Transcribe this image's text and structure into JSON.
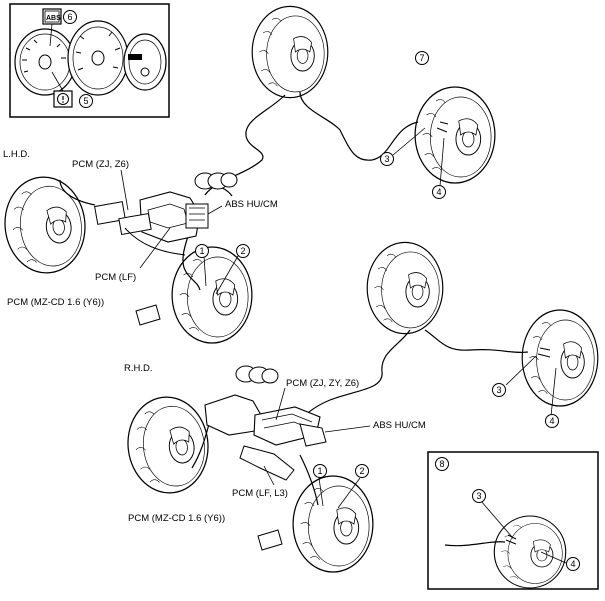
{
  "labels": {
    "lhd": "L.H.D.",
    "rhd": "R.H.D.",
    "pcm_zj_z6": "PCM (ZJ, Z6)",
    "abs_hu_cm_top": "ABS HU/CM",
    "pcm_lf": "PCM (LF)",
    "pcm_mzcd_top": "PCM (MZ-CD 1.6 (Y6))",
    "pcm_zj_zy_z6": "PCM (ZJ, ZY, Z6)",
    "abs_hu_cm_bottom": "ABS HU/CM",
    "pcm_lf_l3": "PCM (LF, L3)",
    "pcm_mzcd_bottom": "PCM (MZ-CD 1.6 (Y6))",
    "abs_lamp_text": "ABS"
  },
  "callouts": {
    "n1a": "1",
    "n2a": "2",
    "n3a": "3",
    "n4a": "4",
    "n5": "5",
    "n6": "6",
    "n7": "7",
    "n1b": "1",
    "n2b": "2",
    "n3b": "3",
    "n4b": "4",
    "n8": "8",
    "n3c": "3",
    "n4c": "4"
  }
}
